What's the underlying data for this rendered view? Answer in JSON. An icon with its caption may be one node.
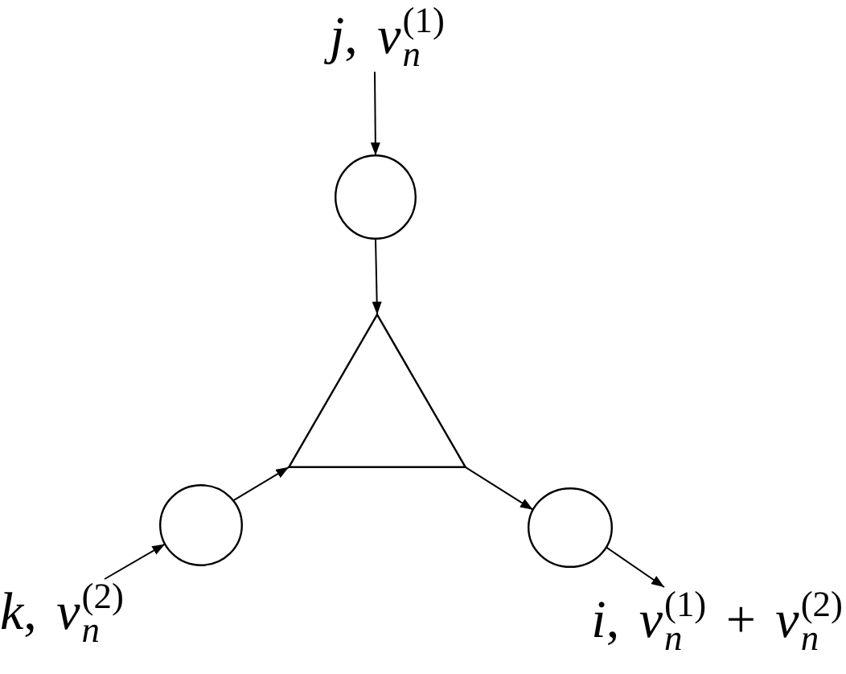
{
  "diagram": {
    "nodes": [
      {
        "text": [
          "*j*, *ν*$_{n}$$^{(1)}$"
        ]
      },
      {
        "text": [],
        "shape": "circle"
      },
      {
        "text": [],
        "shape": "triangle"
      },
      {
        "text": [],
        "shape": "circle"
      },
      {
        "text": [],
        "shape": "circle"
      },
      {
        "text": [
          "*k*, *ν*$_{n}$$^{(2)}$"
        ]
      },
      {
        "text": [
          "*i*, *ν*$_{n}$$^{(1)}$ + *ν*$_{n}$$^{(2)}$"
        ]
      }
    ],
    "edges": [
      {
        "from": 0,
        "to": 1,
        "arrow": "to"
      },
      {
        "from": 1,
        "to": 2,
        "arrow": "to"
      },
      {
        "from": 5,
        "to": 3,
        "arrow": "to"
      },
      {
        "from": 3,
        "to": 2,
        "arrow": "to"
      },
      {
        "from": 2,
        "to": 4,
        "arrow": "to"
      },
      {
        "from": 4,
        "to": 6,
        "arrow": "to"
      }
    ]
  }
}
